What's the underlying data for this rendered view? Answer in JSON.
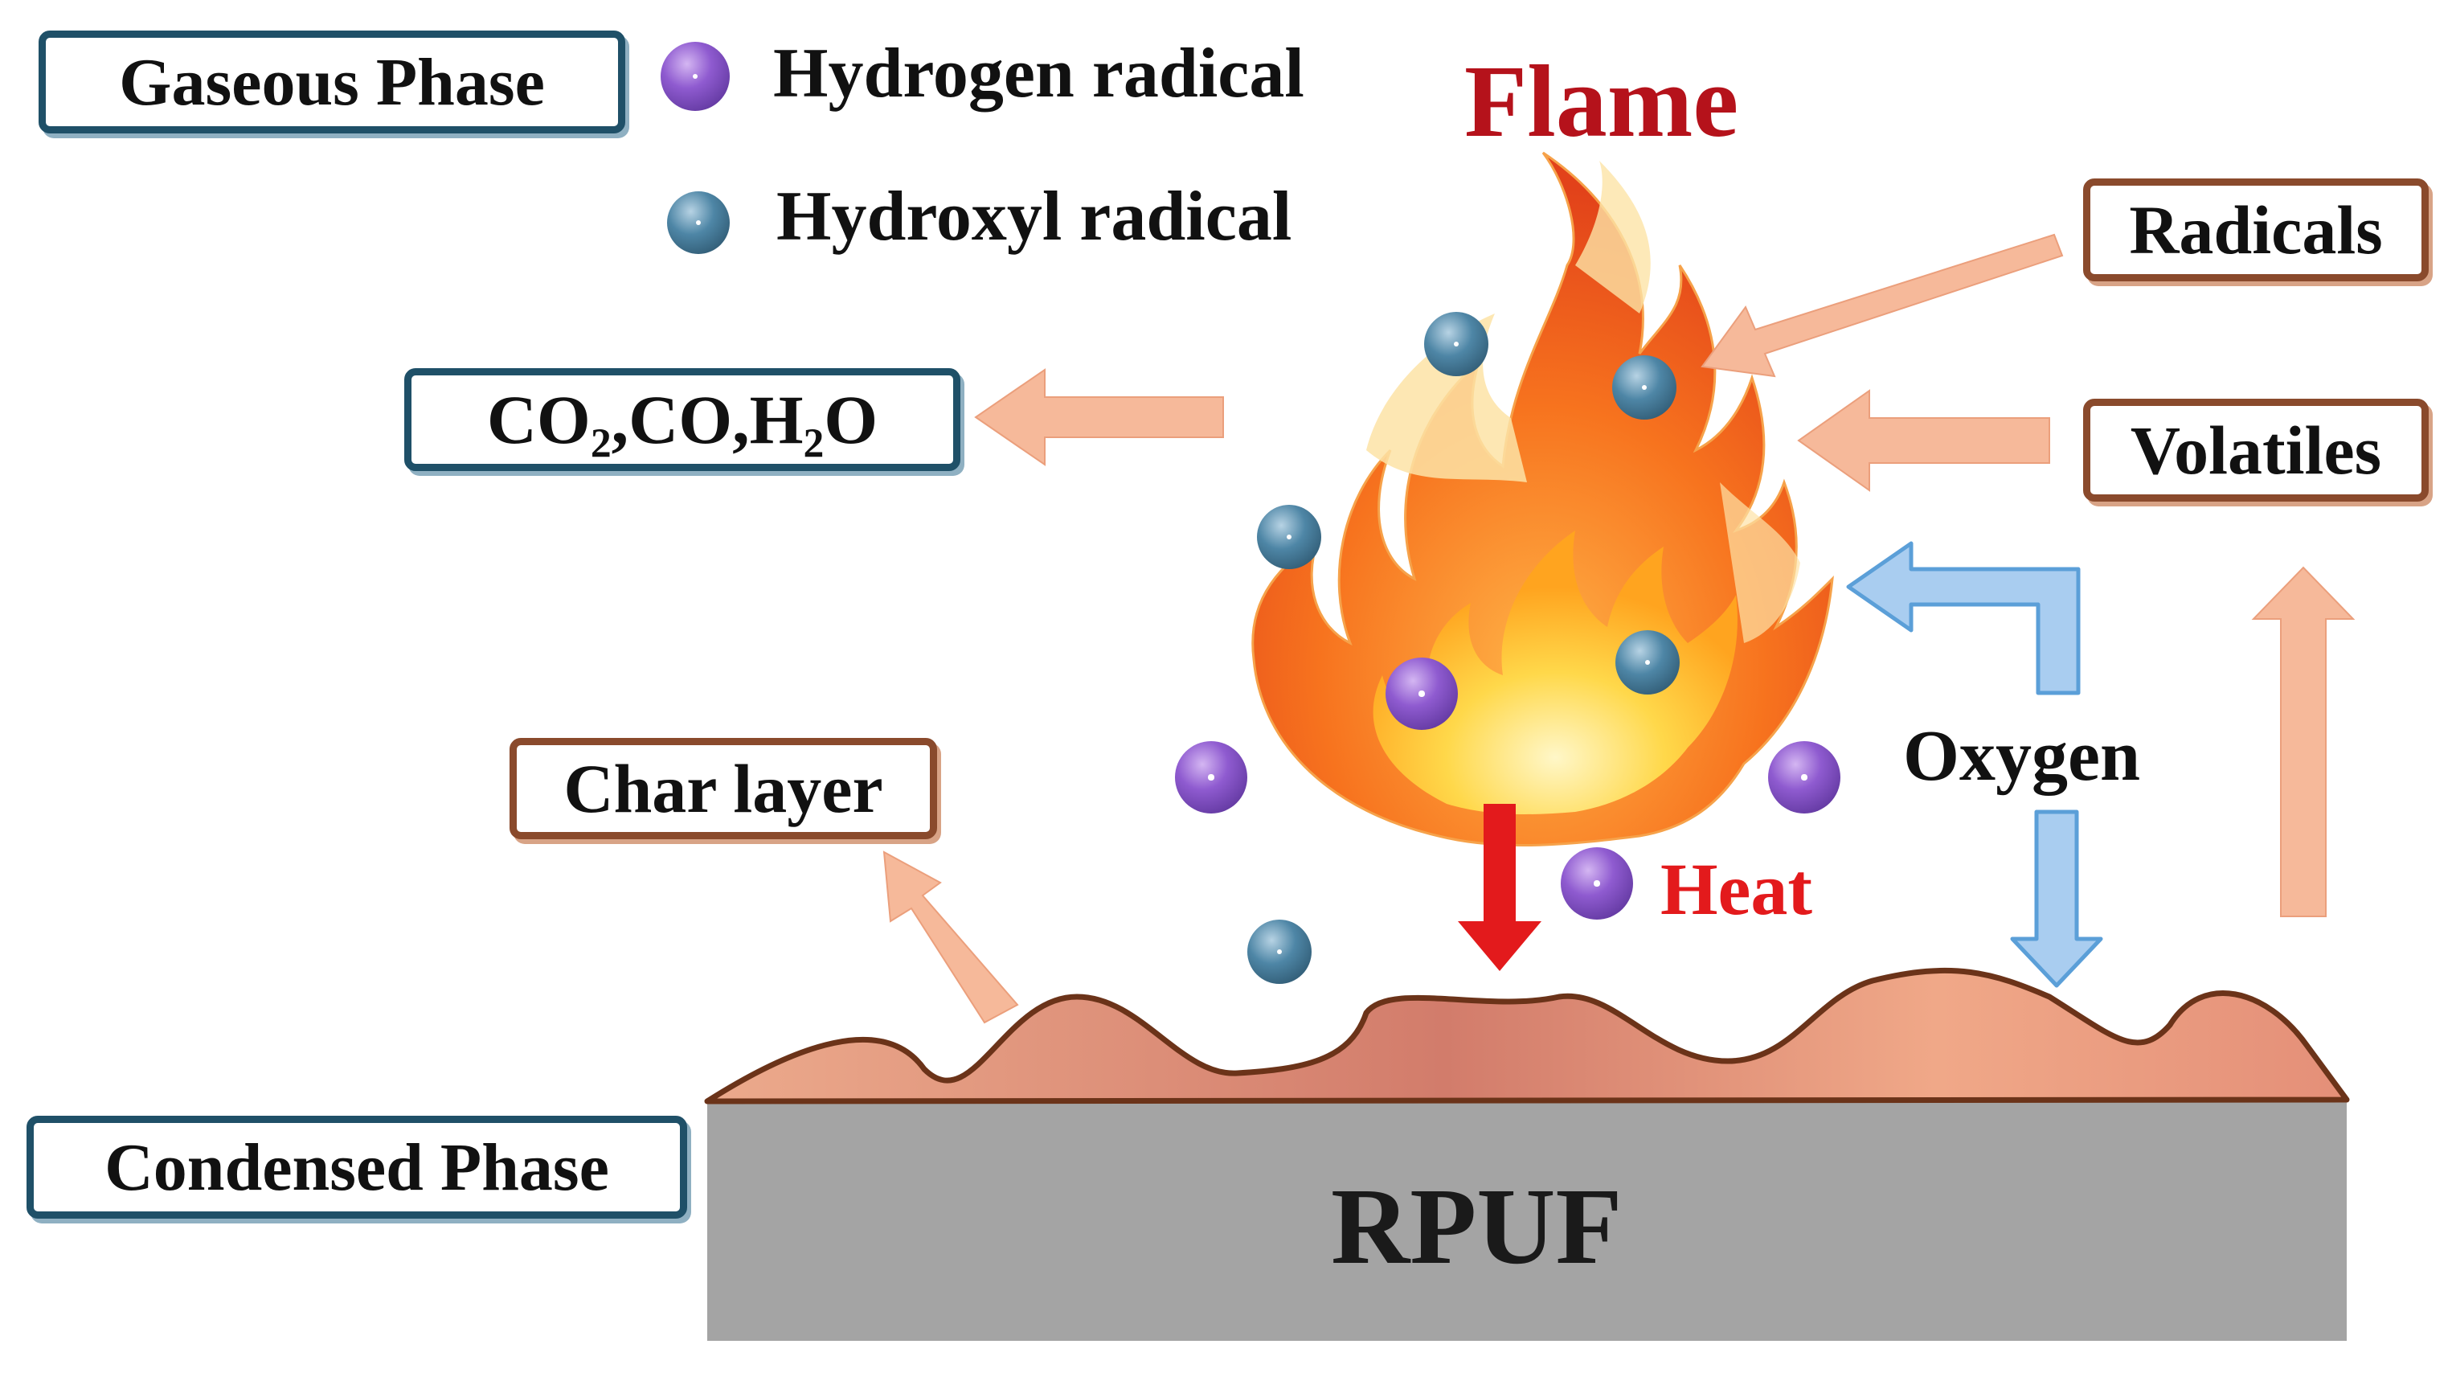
{
  "gaseous_phase_label": "Gaseous Phase",
  "condensed_phase_label": "Condensed Phase",
  "legend": {
    "hydrogen_radical": "Hydrogen radical",
    "hydroxyl_radical": "Hydroxyl radical"
  },
  "flame_label": "Flame",
  "products_box": "CO₂,CO,H₂O",
  "radicals_box": "Radicals",
  "volatiles_box": "Volatiles",
  "char_layer_box": "Char layer",
  "oxygen_label": "Oxygen",
  "heat_label": "Heat",
  "substrate_label": "RPUF",
  "colors": {
    "box_border_gas": "#1f5068",
    "box_border_condensed": "#8a4a2c",
    "flame_label": "#b5121b",
    "heat_label": "#e31a1c",
    "heat_arrow": "#e31a1c",
    "orange_arrow": "#f6b99a",
    "oxygen_arrow": "#5b9fd8",
    "char_fill": "#e59879",
    "char_outline": "#6b3319",
    "substrate": "#a4a4a4",
    "hydrogen_ball": "#8f5bd0",
    "hydroxyl_ball": "#4e86a6"
  }
}
